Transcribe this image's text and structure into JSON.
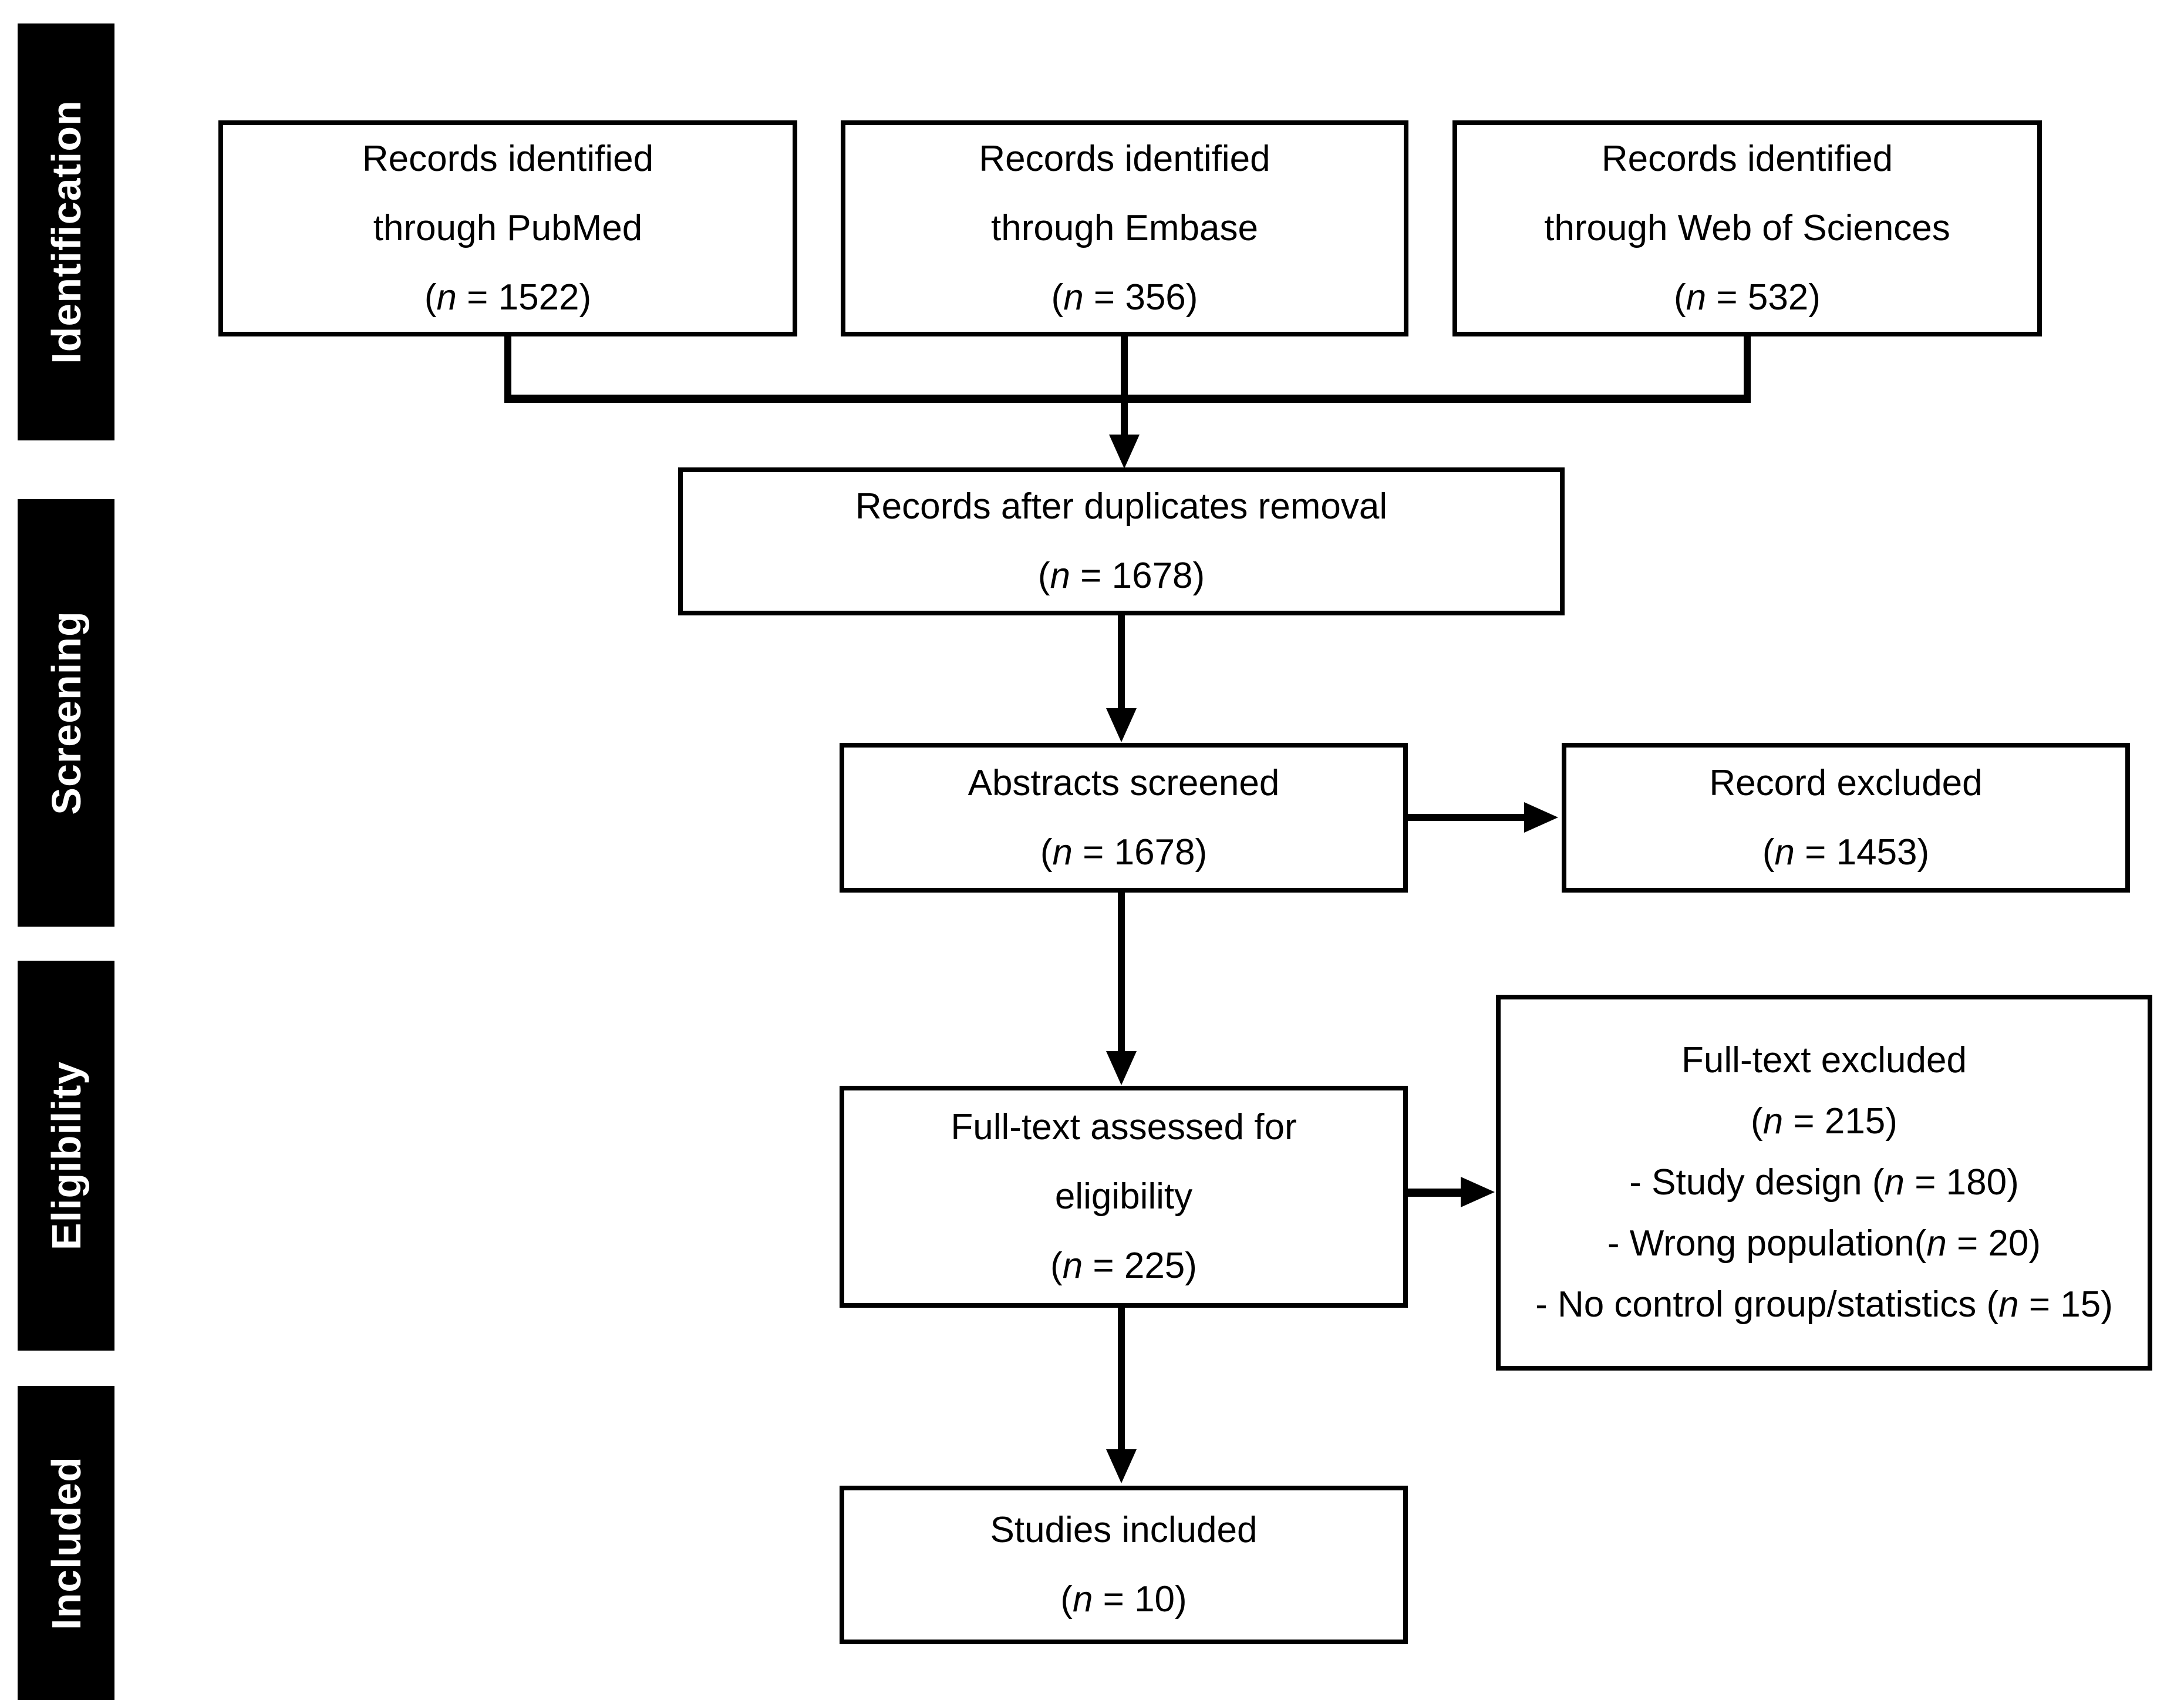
{
  "meta": {
    "n_label": "n"
  },
  "colors": {
    "background": "#ffffff",
    "line": "#000000",
    "box_background": "#ffffff",
    "sidebar_background": "#000000",
    "sidebar_text": "#ffffff"
  },
  "sidebar": {
    "stages": [
      {
        "label": "Identification"
      },
      {
        "label": "Screening"
      },
      {
        "label": "Eligibility"
      },
      {
        "label": "Included"
      }
    ]
  },
  "boxes": {
    "pubmed": {
      "lines": [
        "Records identified",
        "through PubMed"
      ],
      "n": "1522"
    },
    "embase": {
      "lines": [
        "Records identified",
        "through Embase"
      ],
      "n": "356"
    },
    "web_of_sciences": {
      "lines": [
        "Records identified",
        "through Web of Sciences"
      ],
      "n": "532"
    },
    "duplicates_removed": {
      "lines": [
        "Records after duplicates removal"
      ],
      "n": "1678"
    },
    "abstracts_screened": {
      "lines": [
        "Abstracts screened"
      ],
      "n": "1678"
    },
    "records_excluded": {
      "lines": [
        "Record excluded"
      ],
      "n": "1453"
    },
    "fulltext_assessed": {
      "lines": [
        "Full-text assessed for",
        "eligibility"
      ],
      "n": "225"
    },
    "fulltext_excluded": {
      "title": "Full-text excluded",
      "n": "215",
      "reasons": [
        {
          "text": "- Study design ",
          "n": "180"
        },
        {
          "text": "- Wrong population",
          "n": "20"
        },
        {
          "text": "- No control group/statistics ",
          "n": "15"
        }
      ]
    },
    "studies_included": {
      "lines": [
        "Studies included"
      ],
      "n": "10"
    }
  }
}
